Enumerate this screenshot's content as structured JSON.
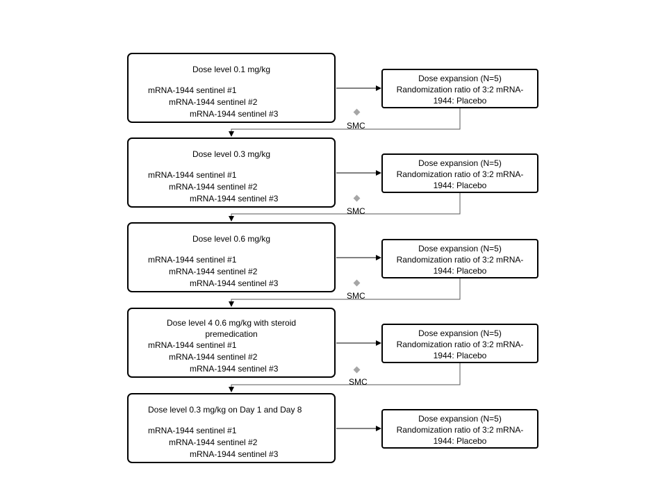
{
  "stages": [
    {
      "dose_title": "Dose level  0.1 mg/kg",
      "sentinels": [
        "mRNA-1944  sentinel #1",
        "mRNA-1944  sentinel #2",
        "mRNA-1944  sentinel #3"
      ],
      "expansion": [
        "Dose expansion (N=5)",
        "Randomization ratio of 3:2 mRNA-",
        "1944: Placebo"
      ],
      "smc": "SMC"
    },
    {
      "dose_title": "Dose level  0.3 mg/kg",
      "sentinels": [
        "mRNA-1944  sentinel #1",
        "mRNA-1944  sentinel #2",
        "mRNA-1944  sentinel #3"
      ],
      "expansion": [
        "Dose expansion (N=5)",
        "Randomization ratio of 3:2 mRNA-",
        "1944: Placebo"
      ],
      "smc": "SMC"
    },
    {
      "dose_title": "Dose level  0.6 mg/kg",
      "sentinels": [
        "mRNA-1944  sentinel #1",
        "mRNA-1944  sentinel #2",
        "mRNA-1944  sentinel #3"
      ],
      "expansion": [
        "Dose expansion (N=5)",
        "Randomization ratio of 3:2 mRNA-",
        "1944: Placebo"
      ],
      "smc": "SMC"
    },
    {
      "dose_title_lines": [
        "Dose level  4 0.6 mg/kg with steroid",
        "premedication"
      ],
      "sentinels": [
        "mRNA-1944  sentinel #1",
        "mRNA-1944  sentinel #2",
        "mRNA-1944  sentinel #3"
      ],
      "expansion": [
        "Dose expansion (N=5)",
        "Randomization ratio of 3:2 mRNA-",
        "1944: Placebo"
      ],
      "smc": "SMC"
    },
    {
      "dose_title": "Dose level  0.3 mg/kg on Day 1 and Day 8",
      "sentinels": [
        "mRNA-1944  sentinel #1",
        "mRNA-1944  sentinel #2",
        "mRNA-1944  sentinel #3"
      ],
      "expansion": [
        "Dose expansion (N=5)",
        "Randomization ratio of 3:2 mRNA-",
        "1944: Placebo"
      ]
    }
  ]
}
